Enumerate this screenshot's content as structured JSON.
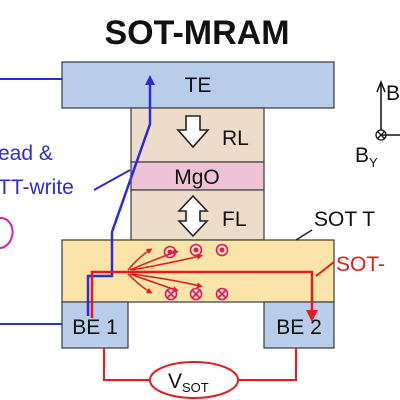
{
  "title": "SOT-MRAM",
  "layers": {
    "te": "TE",
    "rl": "RL",
    "mgo": "MgO",
    "fl": "FL",
    "be1": "BE 1",
    "be2": "BE 2"
  },
  "annotations": {
    "read_line1": "ead &",
    "read_line2": "TT-write",
    "sot_track": "SOT T",
    "sot_current": "SOT-",
    "v_sot_main": "V",
    "v_sot_sub": "SOT",
    "b_top": "B",
    "b_y": "B",
    "b_y_sub": "Y"
  },
  "colors": {
    "electrode": "#b8cde9",
    "stack": "#eedccb",
    "mgo": "#eec3d6",
    "sot_track": "#fbe4a7",
    "blue_path": "#2b2bd9",
    "red_path": "#e51c1c",
    "spin_magenta": "#e0176e",
    "read_oval": "#d61fb5"
  }
}
